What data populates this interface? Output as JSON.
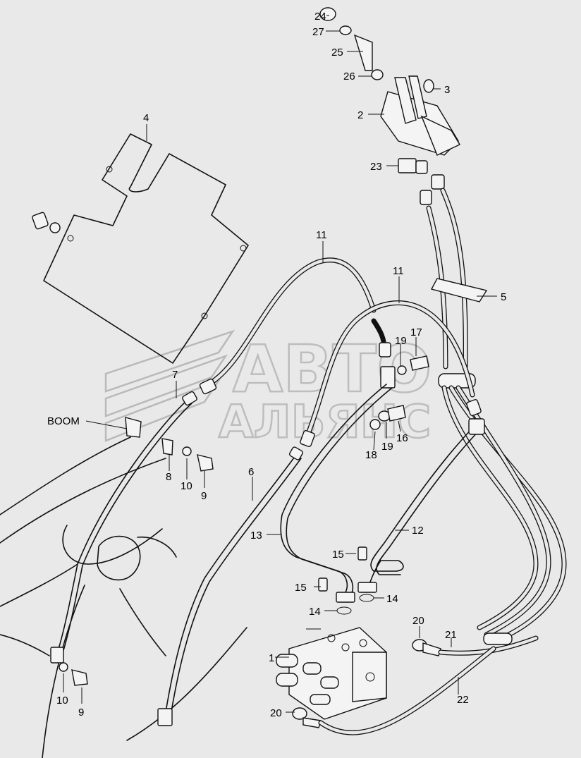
{
  "watermark": {
    "line1": "АВТО",
    "line2": "АЛЬЯНС"
  },
  "labels": {
    "p1": "1",
    "p2": "2",
    "p3": "3",
    "p4": "4",
    "p5": "5",
    "p6": "6",
    "p7": "7",
    "p8": "8",
    "p9a": "9",
    "p9b": "9",
    "p10a": "10",
    "p10b": "10",
    "p11a": "11",
    "p11b": "11",
    "p12": "12",
    "p13": "13",
    "p14a": "14",
    "p14b": "14",
    "p15a": "15",
    "p15b": "15",
    "p16": "16",
    "p17": "17",
    "p18": "18",
    "p19a": "19",
    "p19b": "19",
    "p20a": "20",
    "p20b": "20",
    "p21": "21",
    "p22": "22",
    "p23": "23",
    "p24": "24",
    "p25": "25",
    "p26": "26",
    "p27": "27",
    "boom": "BOOM"
  }
}
